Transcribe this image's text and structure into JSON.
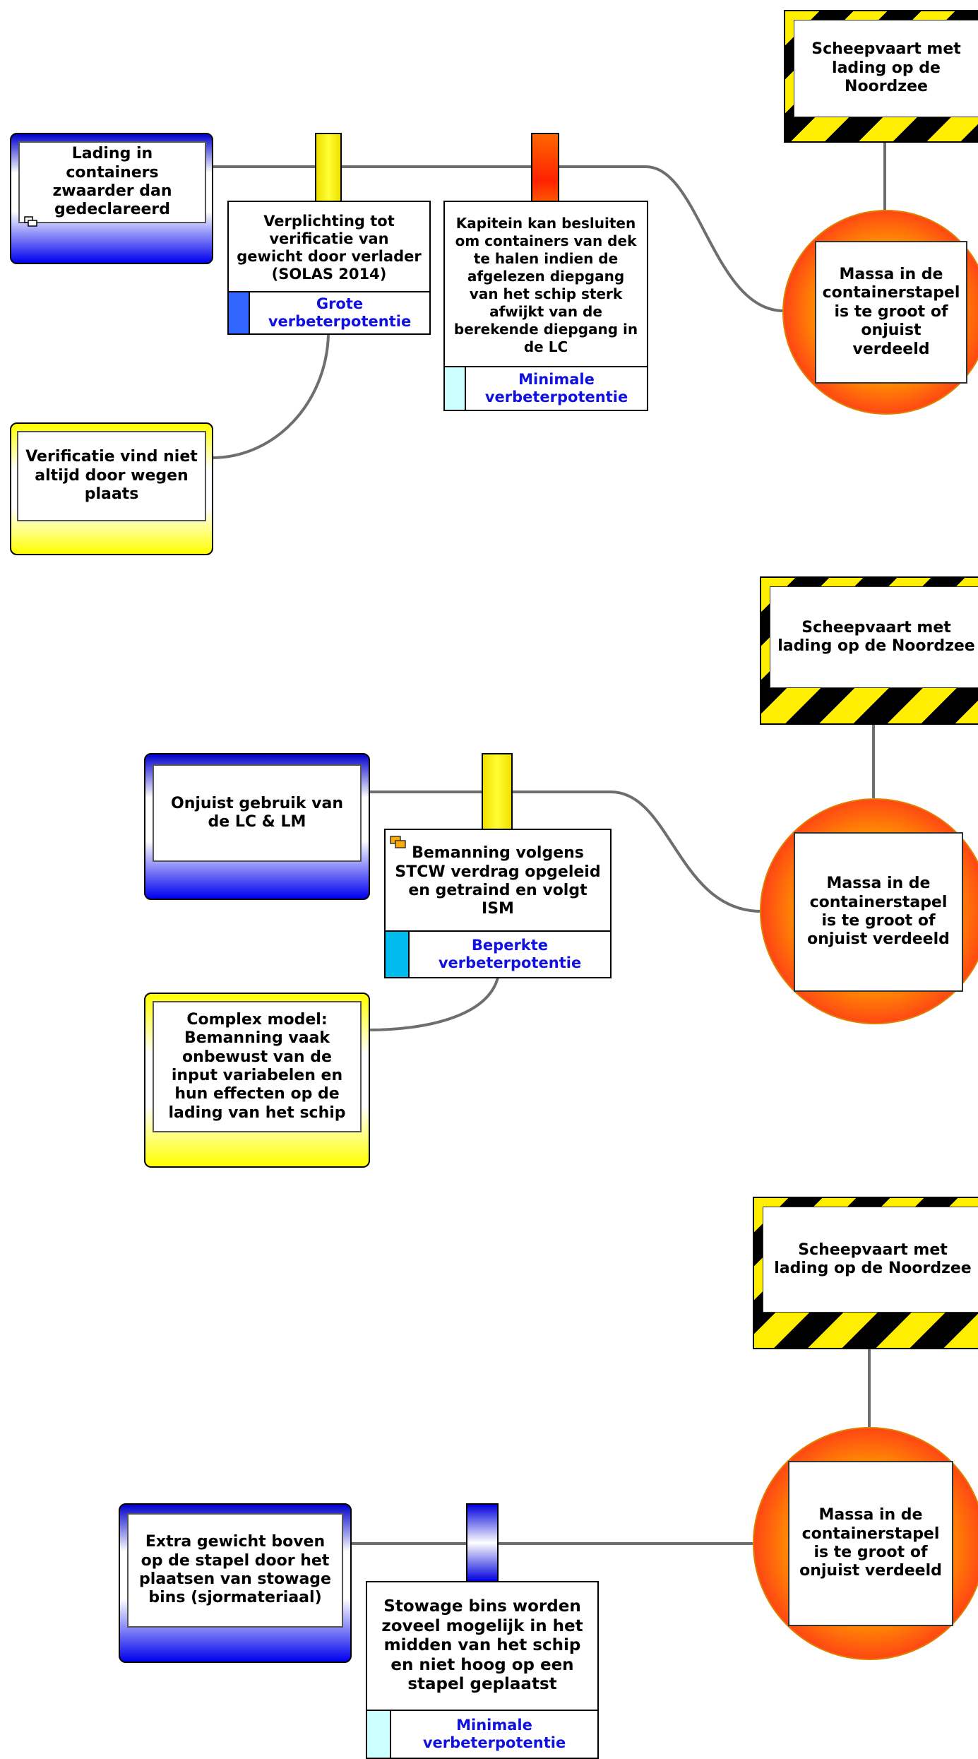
{
  "colors": {
    "threat_blue": "#0000ee",
    "escalation_yellow": "#ffff00",
    "effectiveness_large": "#3366ff",
    "effectiveness_limited": "#00bbee",
    "effectiveness_minimal": "#ccffff",
    "effectiveness_text": "#1010e0",
    "line": "#6e6e6e"
  },
  "sections": [
    {
      "hazard": "Scheepvaart met lading op de Noordzee",
      "top_event": "Massa in de containerstapel is te groot of onjuist verdeeld",
      "threat": "Lading in containers zwaarder dan gedeclareerd",
      "barriers": [
        {
          "text": "Verplichting tot verificatie van gewicht door verlader (SOLAS 2014)",
          "effectiveness": "Grote verbeterpotentie",
          "tab_color": "yellow"
        },
        {
          "text": "Kapitein kan besluiten om containers van dek te halen indien de afgelezen diepgang van het schip sterk afwijkt van de berekende diepgang in de LC",
          "effectiveness": "Minimale verbeterpotentie",
          "tab_color": "red-orange"
        }
      ],
      "escalation_factor": "Verificatie vind niet altijd door wegen plaats"
    },
    {
      "hazard": "Scheepvaart met lading op de Noordzee",
      "top_event": "Massa in de containerstapel is te groot of onjuist verdeeld",
      "threat": "Onjuist gebruik van de LC & LM",
      "barriers": [
        {
          "text": "Bemanning volgens STCW verdrag opgeleid en getraind en volgt ISM",
          "effectiveness": "Beperkte verbeterpotentie",
          "tab_color": "yellow"
        }
      ],
      "escalation_factor": "Complex model: Bemanning vaak onbewust van de input variabelen en hun effecten op de lading van het schip"
    },
    {
      "hazard": "Scheepvaart met lading op de Noordzee",
      "top_event": "Massa in de containerstapel is te groot of onjuist verdeeld",
      "threat": "Extra gewicht boven op de stapel door het plaatsen van stowage bins (sjormateriaal)",
      "barriers": [
        {
          "text": "Stowage bins worden zoveel mogelijk in het midden van het schip en niet hoog op een stapel geplaatst",
          "effectiveness": "Minimale verbeterpotentie",
          "tab_color": "blue"
        }
      ]
    }
  ]
}
